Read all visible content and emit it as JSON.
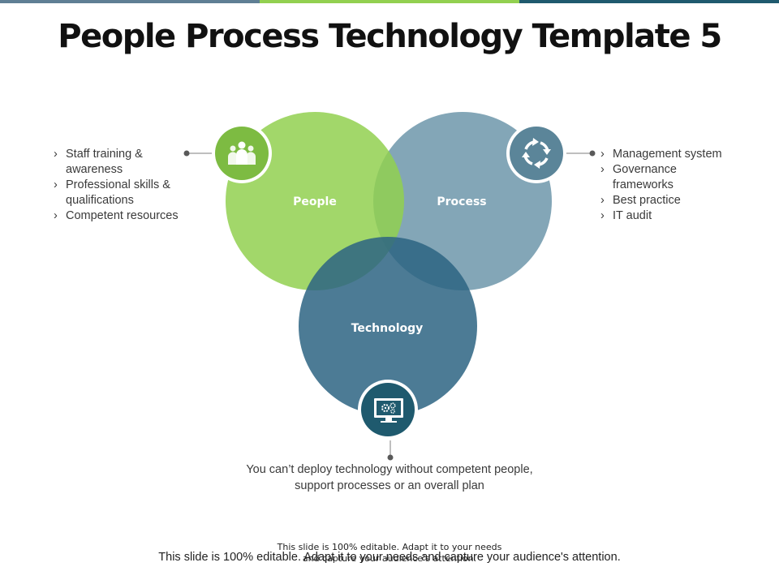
{
  "title": "People Process Technology Template 5",
  "colors": {
    "bar_left": "#5f7f94",
    "bar_mid": "#92d050",
    "bar_right": "#1f5a6e",
    "people": "#92d050",
    "process": "#6d97aa",
    "technology": "#2d6482"
  },
  "circles": {
    "people": {
      "label": "People",
      "icon": "people-group-icon"
    },
    "process": {
      "label": "Process",
      "icon": "cycle-arrows-icon"
    },
    "technology": {
      "label": "Technology",
      "icon": "computer-gears-icon"
    }
  },
  "people_list": [
    {
      "bullet": "›",
      "text": "Staff training & awareness"
    },
    {
      "bullet": "›",
      "text": "Professional skills & qualifications"
    },
    {
      "bullet": "›",
      "text": "Competent resources"
    }
  ],
  "process_list": [
    {
      "bullet": "›",
      "text": "Management system"
    },
    {
      "bullet": "›",
      "text": "Governance frameworks"
    },
    {
      "bullet": "›",
      "text": "Best practice"
    },
    {
      "bullet": "›",
      "text": "IT audit"
    }
  ],
  "technology_caption": "You can’t deploy technology without competent people, support processes or an overall plan",
  "footer": "This slide is 100% editable. Adapt it to your needs and capture your audience's attention.",
  "footer_overlap": "This slide is 100% editable. Adapt it to your needs and capture your audience's attention."
}
